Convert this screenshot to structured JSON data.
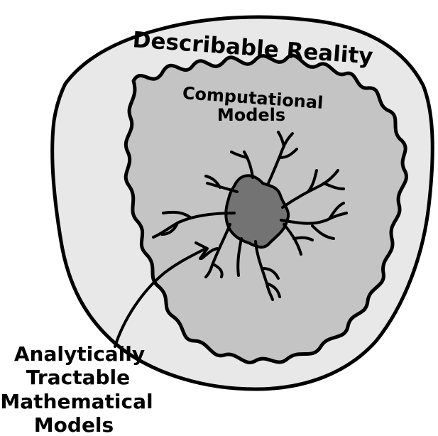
{
  "labels": {
    "outer": "Describable Reality",
    "middle_line1": "Computational",
    "middle_line2": "Models",
    "inner_line1": "Analytically",
    "inner_line2": "Tractable",
    "inner_line3": "Mathematical",
    "inner_line4": "Models"
  },
  "colors": {
    "outer_fill": "#e8e8e8",
    "middle_fill": "#c4c4c4",
    "inner_fill": "#737373",
    "stroke": "#000000",
    "background": "#ffffff"
  }
}
